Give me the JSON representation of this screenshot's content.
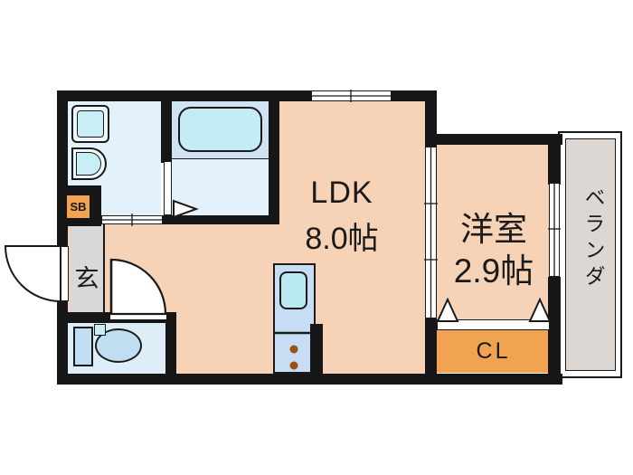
{
  "floorplan": {
    "rooms": {
      "ldk": {
        "label": "LDK",
        "size": "8.0帖"
      },
      "western_room": {
        "label": "洋室",
        "size": "2.9帖"
      },
      "entrance": {
        "label": "玄"
      },
      "shoe_box": {
        "label": "SB"
      },
      "closet": {
        "label": "CL"
      },
      "veranda": {
        "label": "ベランダ"
      }
    },
    "fixtures": [
      "bathtub",
      "washing-machine-pan",
      "washbasin",
      "toilet",
      "kitchen-unit",
      "kitchen-sink",
      "stove-burners"
    ],
    "colors": {
      "wall": "#161616",
      "outline": "#1a1a1a",
      "floor_peach": "#f6d3b6",
      "wet_blue": "#e3f1fa",
      "tub_zone": "#cfe3f3",
      "tub_fill": "#c3ecf5",
      "fixture_ring": "#eef7fc",
      "fixture_cyan": "#c9eef6",
      "fixture_blue": "#bfdef2",
      "toilet_floor": "#ddeef9",
      "kitchen_blue": "#c6ddf3",
      "kitchen_sink": "#b9e9f3",
      "accent_orange": "#f0a351",
      "genkan_gray": "#d8d8d8",
      "veranda_gray": "#dcd7d2",
      "burner_brown": "#9a5212"
    }
  }
}
